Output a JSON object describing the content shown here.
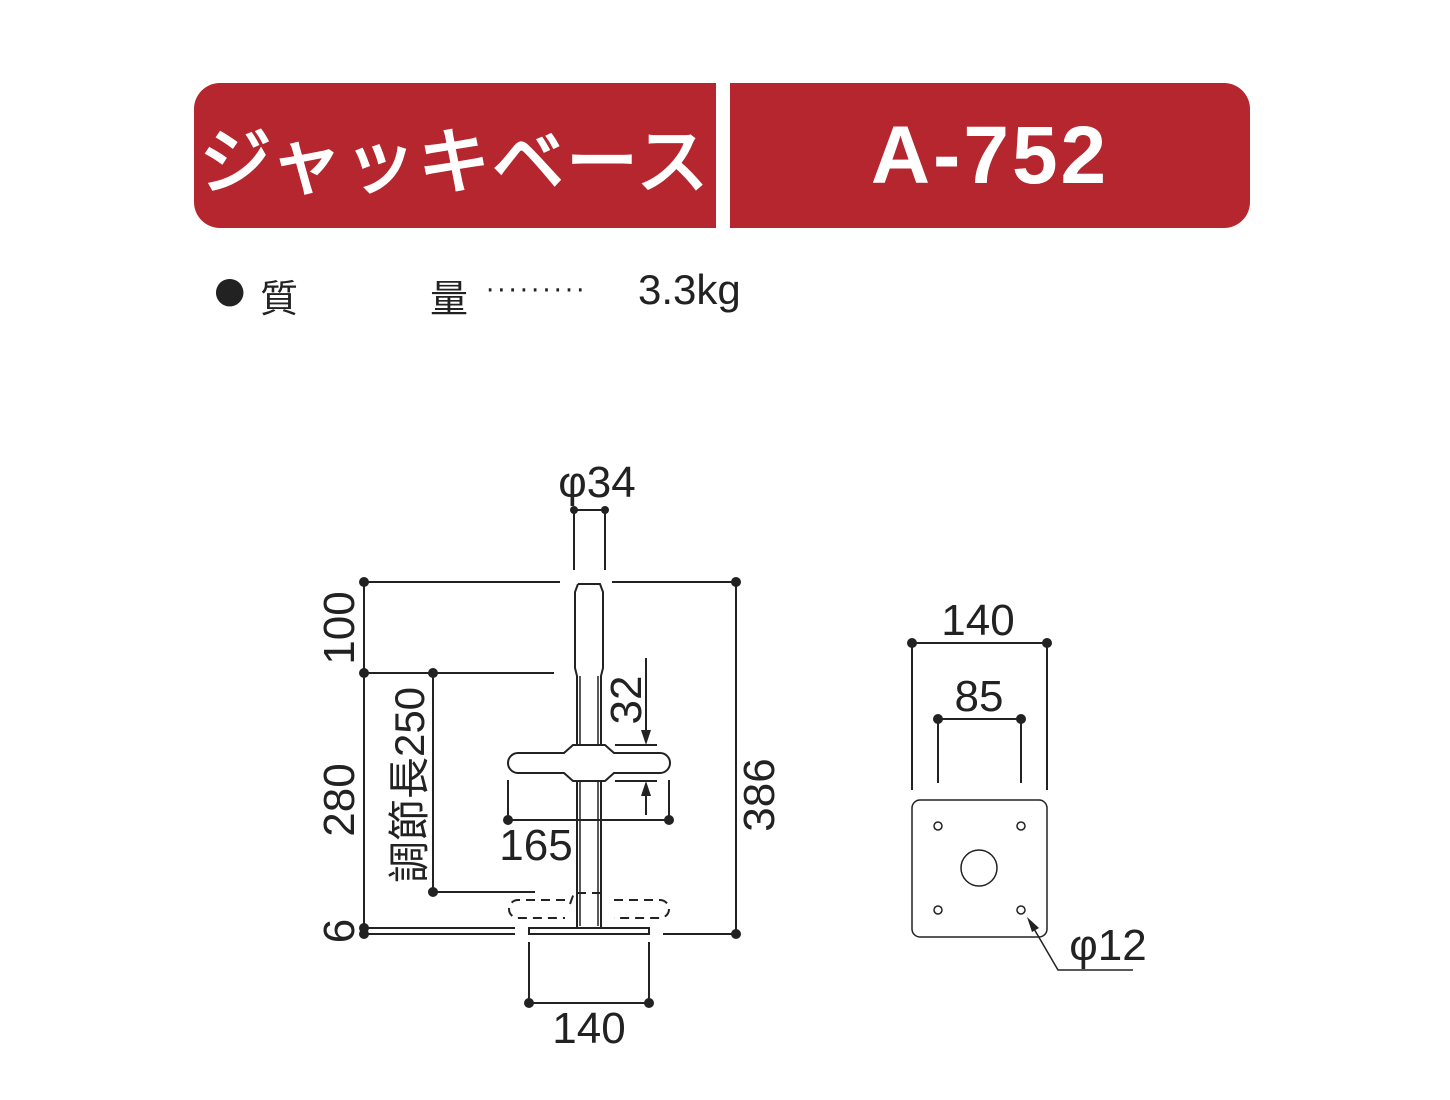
{
  "header": {
    "product_name": "ジャッキベース",
    "model": "A-752"
  },
  "spec": {
    "bullet": "●",
    "label_1": "質",
    "label_2": "量",
    "leader": "·········",
    "weight": "3.3kg"
  },
  "drawing": {
    "side": {
      "pipe_dia": "φ34",
      "top": "100",
      "middle": "280",
      "bottom": "6",
      "adjust": "調節長250",
      "handle_height": "32",
      "handle_width": "165",
      "total": "386",
      "base_width": "140"
    },
    "plan": {
      "width": "140",
      "hole_pitch": "85",
      "hole_dia": "φ12"
    }
  },
  "colors": {
    "brand_red": "#b5262e",
    "line": "#222222"
  }
}
